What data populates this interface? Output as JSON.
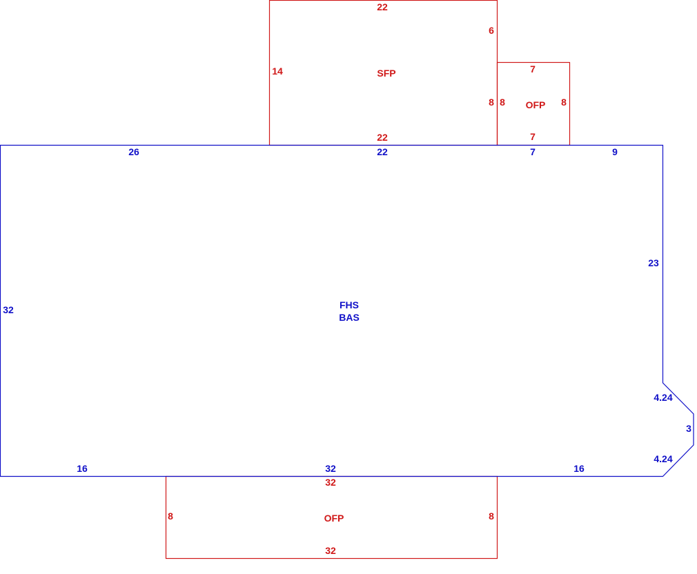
{
  "colors": {
    "main": "#1010c8",
    "addition": "#d01818",
    "background": "#ffffff"
  },
  "areas": {
    "sfp": {
      "code": "SFP",
      "top": "22",
      "right_upper": "6",
      "right_lower": "8",
      "left": "14",
      "bottom": "22"
    },
    "ofp_upper": {
      "code": "OFP",
      "top": "7",
      "left": "8",
      "right": "8",
      "bottom": "7"
    },
    "main": {
      "code_line1": "FHS",
      "code_line2": "BAS",
      "top_1": "26",
      "top_2": "22",
      "top_3": "7",
      "top_4": "9",
      "right": "23",
      "diag_upper": "4.24",
      "right_short": "3",
      "diag_lower": "4.24",
      "left": "32",
      "bottom_1": "16",
      "bottom_2": "32",
      "bottom_3": "16"
    },
    "ofp_lower": {
      "code": "OFP",
      "top": "32",
      "left": "8",
      "right": "8",
      "bottom": "32"
    }
  }
}
